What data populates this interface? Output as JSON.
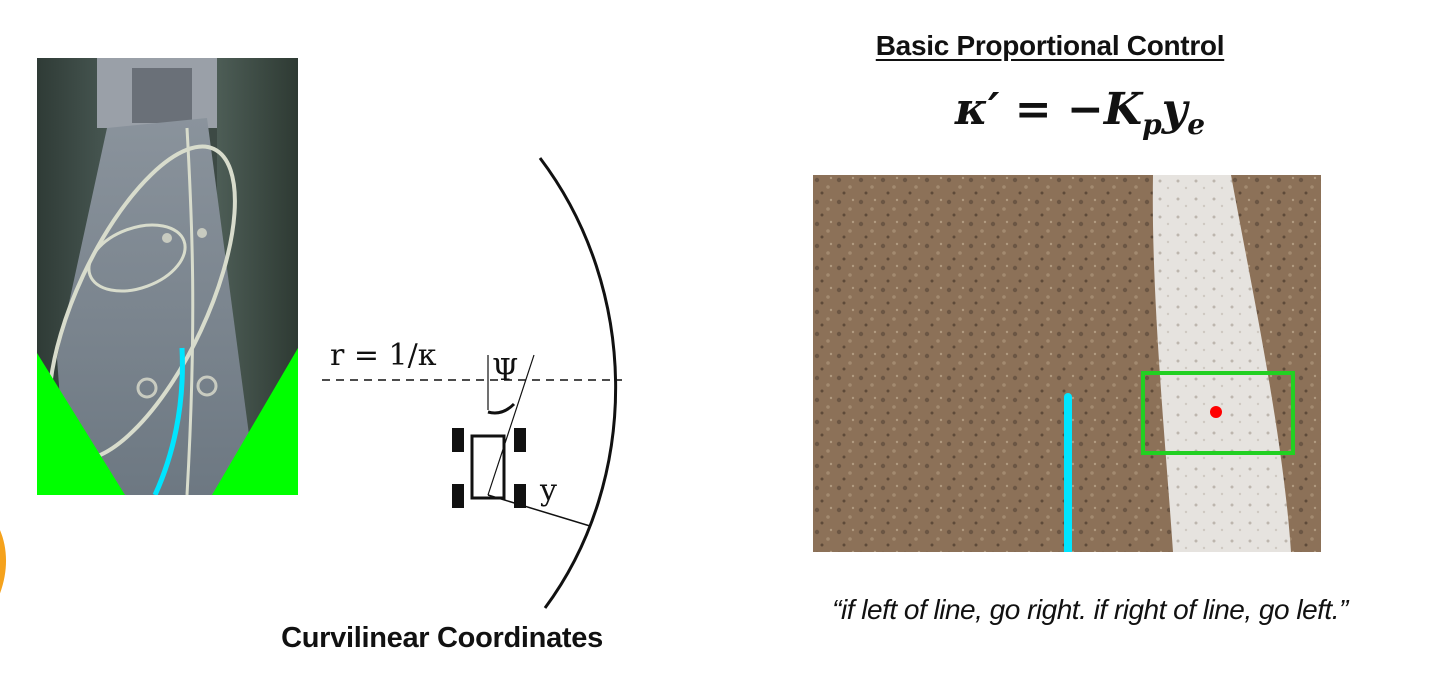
{
  "left_caption": "Curvilinear Coordinates",
  "right_title": "Basic Proportional Control",
  "formula": {
    "lhs": "κ′",
    "eq": "=",
    "rhs_sign": "−",
    "rhs_k": "K",
    "rhs_k_sub": "p",
    "rhs_y": "y",
    "rhs_y_sub": "e"
  },
  "quote": "“if left of line, go right.  if right of line, go left.”",
  "diagram": {
    "radius_label": "r = 1/κ",
    "heading_label": "Ψ",
    "offset_label": "y"
  },
  "colors": {
    "mask_green": "#00ff00",
    "line_cyan": "#00e5ff",
    "box_green": "#22d022",
    "target_red": "#ff0000",
    "accent_orange": "#f5a21c"
  }
}
